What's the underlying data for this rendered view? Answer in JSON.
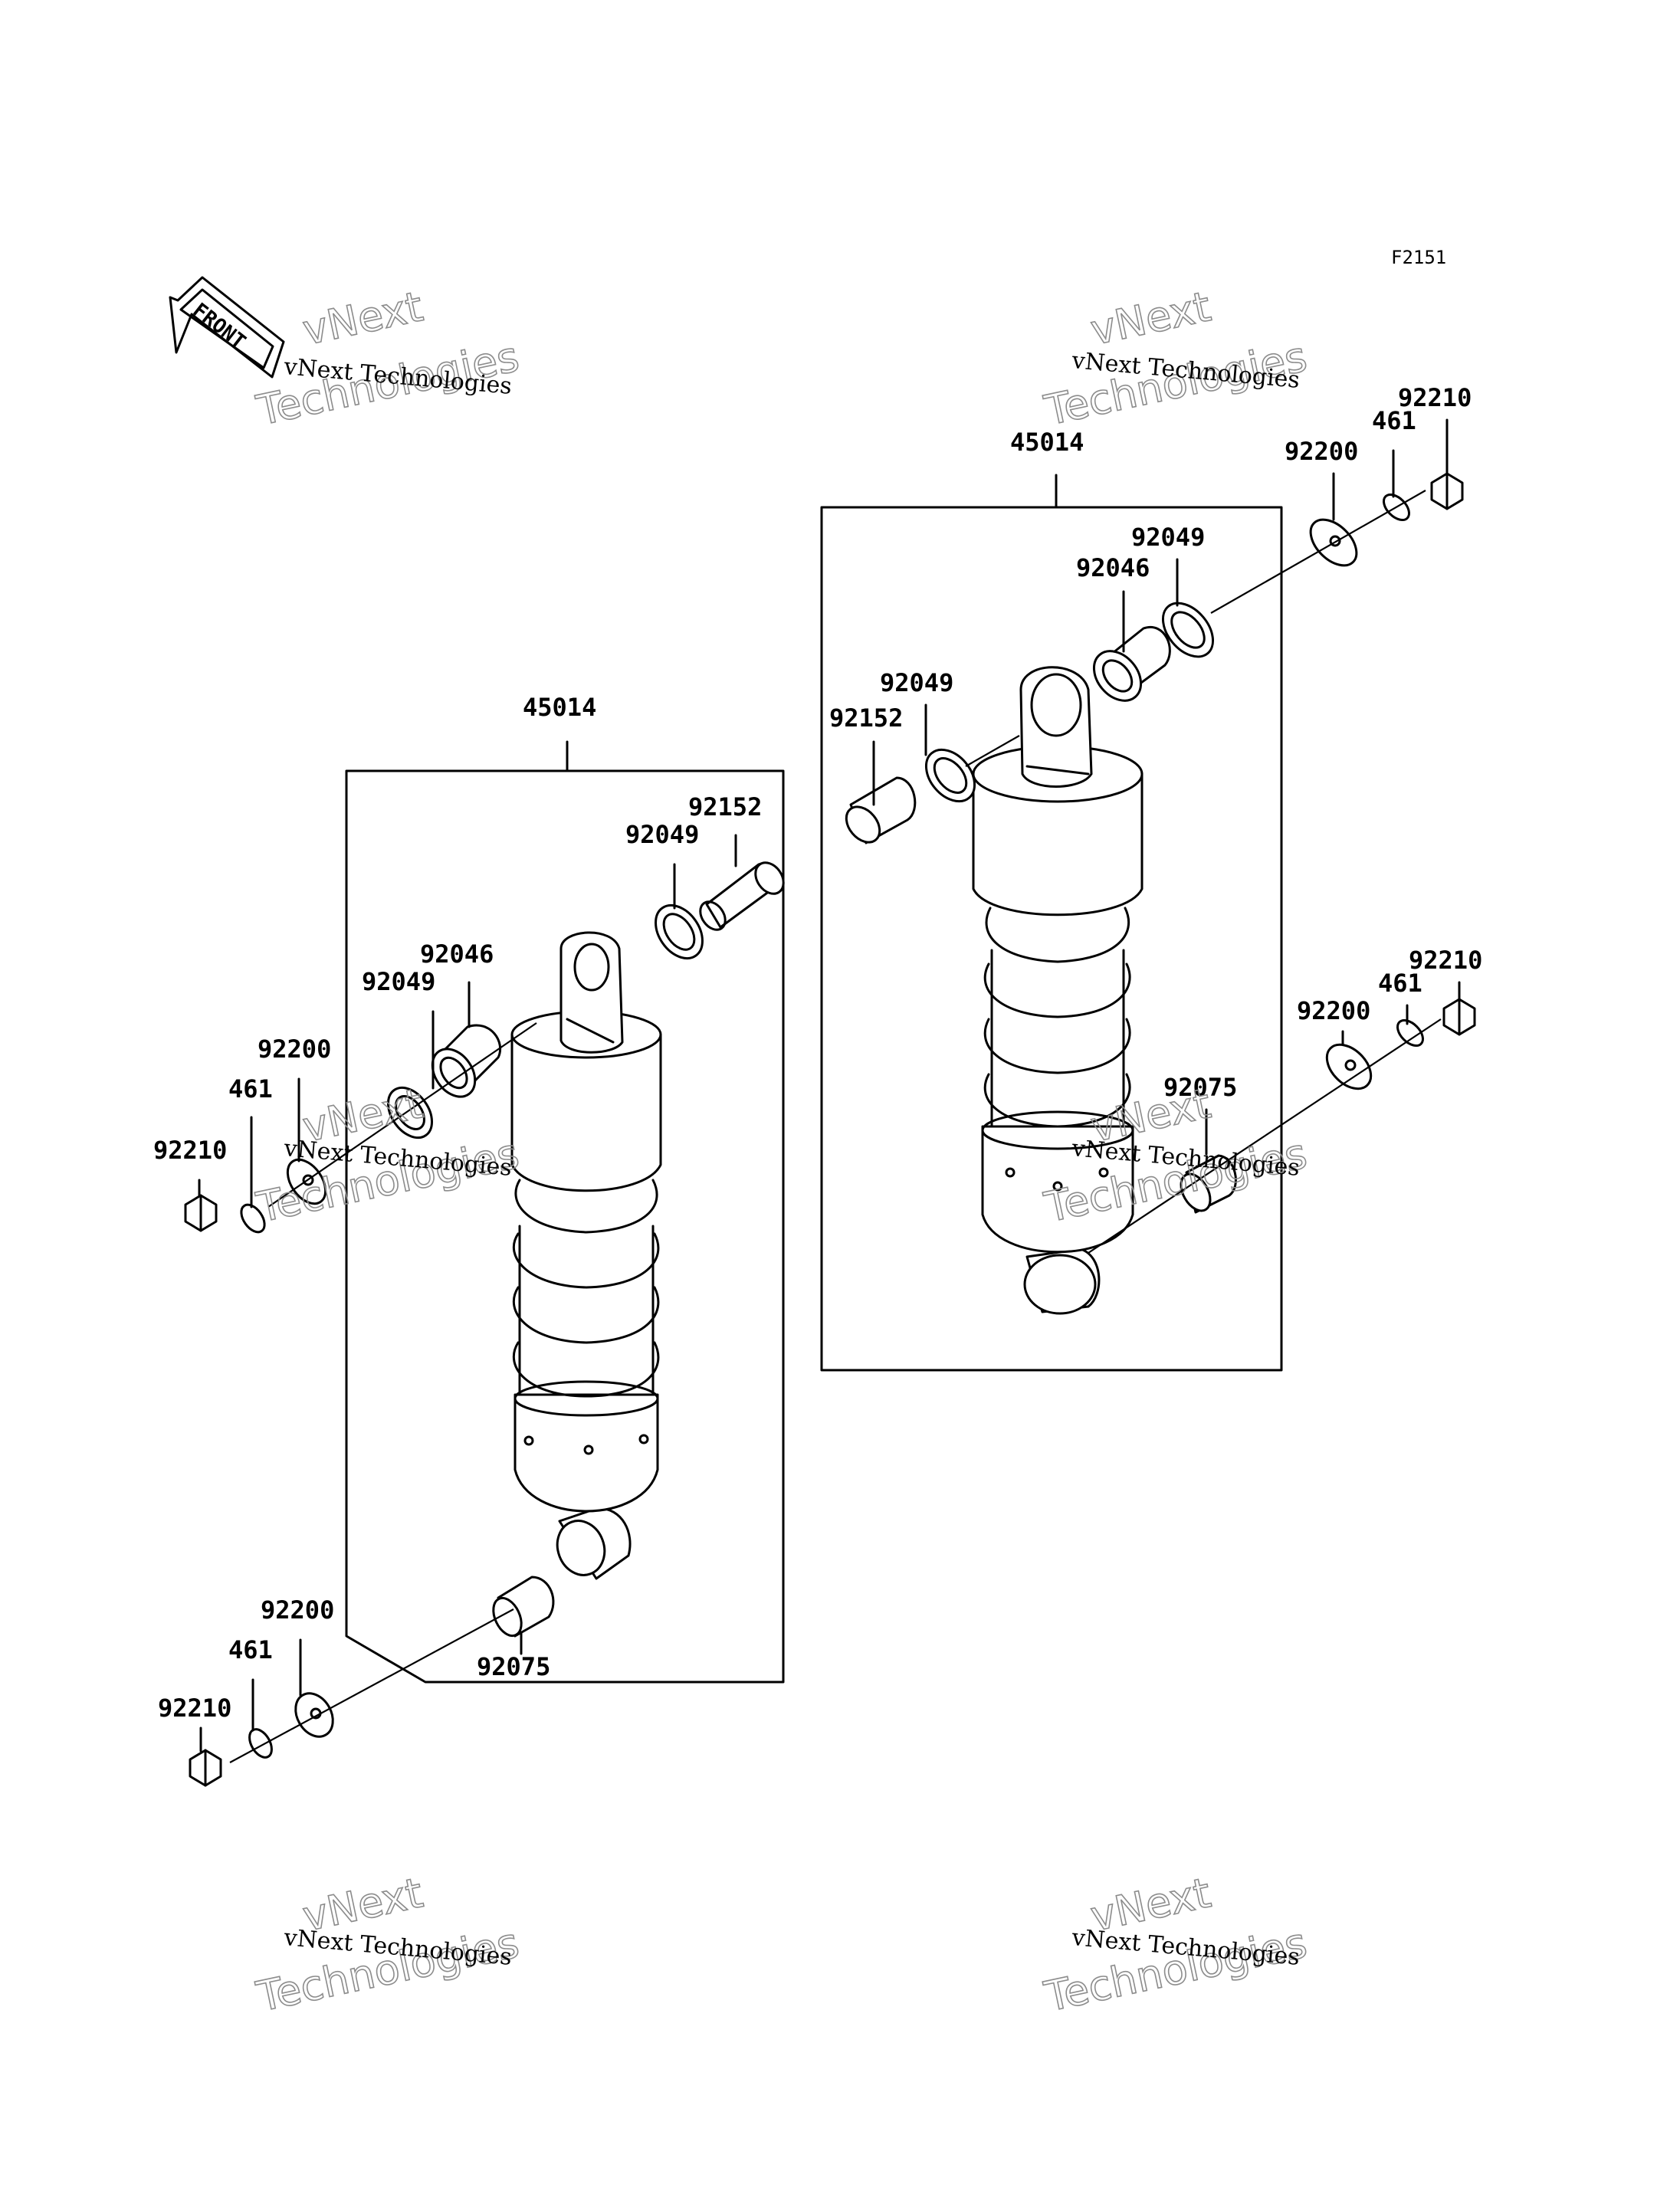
{
  "figure_code": "F2151",
  "front_label": "FRONT",
  "watermark": {
    "line1": "vNext",
    "line2": "vNext Technologies",
    "line3": "Technologies"
  },
  "left_assembly": {
    "box_label": "45014",
    "parts": [
      "92152",
      "92049",
      "92046",
      "92049",
      "92200",
      "461",
      "92210",
      "92075",
      "92200",
      "461",
      "92210"
    ]
  },
  "right_assembly": {
    "box_label": "45014",
    "parts": [
      "92210",
      "461",
      "92200",
      "92049",
      "92046",
      "92049",
      "92152",
      "92210",
      "461",
      "92200",
      "92075"
    ]
  }
}
